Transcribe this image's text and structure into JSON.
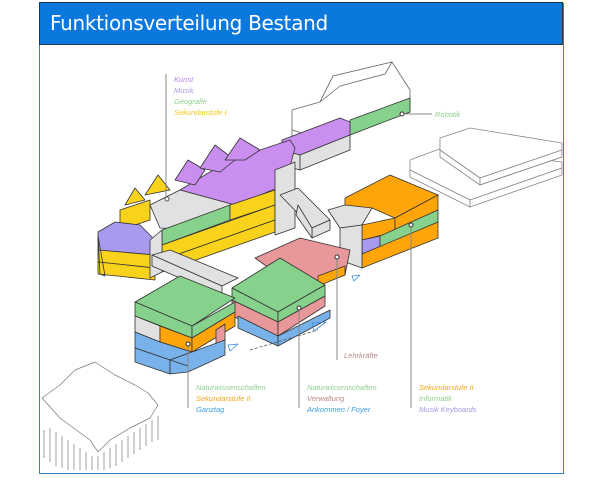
{
  "title": "Funktionsverteilung Bestand",
  "colors": {
    "header_bg": "#0a78dc",
    "frame_border": "#3a7fc6",
    "purple": "#c98ef0",
    "lavender": "#a99af0",
    "yellow": "#f9d21c",
    "green": "#86d18c",
    "orange": "#ffa50a",
    "pink": "#e8989a",
    "blue": "#79b2ea",
    "gray": "#e1e1e1"
  },
  "callouts": {
    "top_left": [
      {
        "text": "Kunst",
        "color": "#b58ae8"
      },
      {
        "text": "Musik",
        "color": "#a49ae6"
      },
      {
        "text": "Geografie",
        "color": "#8fcf8f"
      },
      {
        "text": "Sekundarstufe I",
        "color": "#f3c71c"
      }
    ],
    "robotik": [
      {
        "text": "Robotik",
        "color": "#8fcf8f"
      }
    ],
    "lehrkraefte": [
      {
        "text": "Lehrkräfte",
        "color": "#b88a8a"
      }
    ],
    "bottom_1": [
      {
        "text": "Naturwissenschaften",
        "color": "#8fcf8f"
      },
      {
        "text": "Sekundarstufe II",
        "color": "#f0a81e"
      },
      {
        "text": "Ganztag",
        "color": "#3aa0e0"
      }
    ],
    "bottom_2": [
      {
        "text": "Naturwissenschaften",
        "color": "#8fcf8f"
      },
      {
        "text": "Verwaltung",
        "color": "#b88a8a"
      },
      {
        "text": "Ankommen / Foyer",
        "color": "#3aa0e0"
      }
    ],
    "bottom_3": [
      {
        "text": "Sekundarstufe II",
        "color": "#f0a81e"
      },
      {
        "text": "Informatik",
        "color": "#8fcf8f"
      },
      {
        "text": "Musik Keyboards",
        "color": "#a49ae6"
      }
    ]
  }
}
